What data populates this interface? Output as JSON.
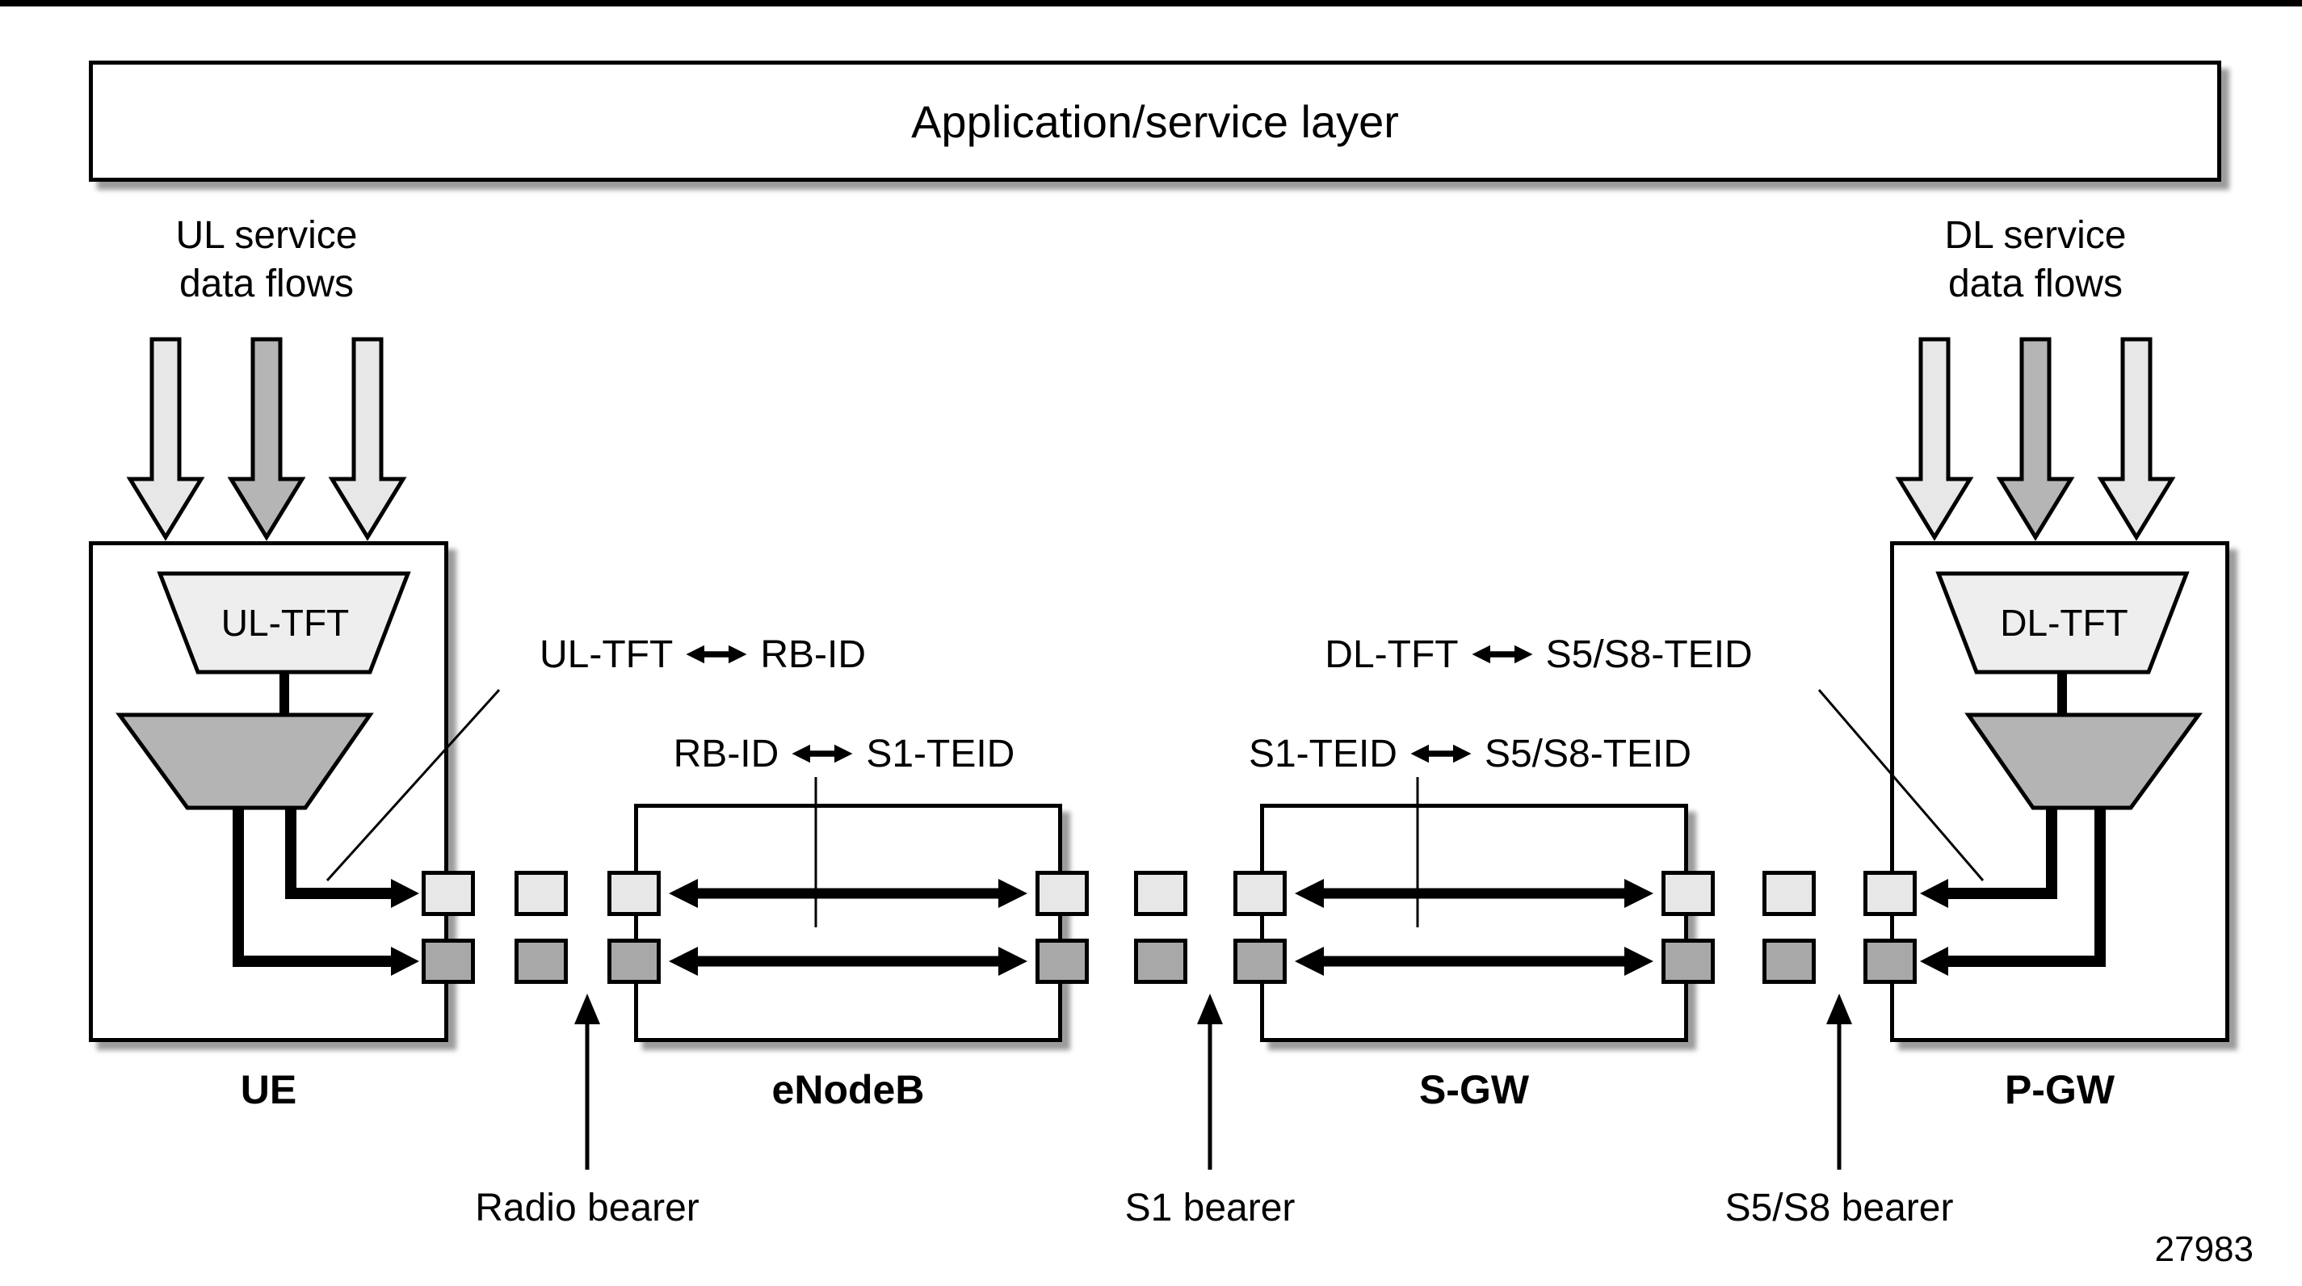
{
  "title": "Application/service layer",
  "flows": {
    "ul": {
      "line1": "UL service",
      "line2": "data flows"
    },
    "dl": {
      "line1": "DL service",
      "line2": "data flows"
    }
  },
  "nodes": {
    "ue": {
      "label": "UE",
      "tft": "UL-TFT"
    },
    "enodeb": {
      "label": "eNodeB"
    },
    "sgw": {
      "label": "S-GW"
    },
    "pgw": {
      "label": "P-GW",
      "tft": "DL-TFT"
    }
  },
  "mappings": {
    "ul_tft": {
      "left": "UL-TFT",
      "right": "RB-ID"
    },
    "dl_tft": {
      "left": "DL-TFT",
      "right": "S5/S8-TEID"
    },
    "enodeb": {
      "left": "RB-ID",
      "right": "S1-TEID"
    },
    "sgw": {
      "left": "S1-TEID",
      "right": "S5/S8-TEID"
    }
  },
  "bearers": {
    "radio": "Radio bearer",
    "s1": "S1 bearer",
    "s5s8": "S5/S8 bearer"
  },
  "figure_number": "27983",
  "colors": {
    "light_square": "#e7e7e7",
    "dark_square": "#a8a8a8",
    "funnel": "#b4b4b4",
    "tft_trapezoid": "#eeeeee",
    "flow_arrow_light": "#e7e7e7",
    "flow_arrow_dark": "#b5b5b5",
    "line": "#000000",
    "shadow": "#9c9c9c"
  }
}
